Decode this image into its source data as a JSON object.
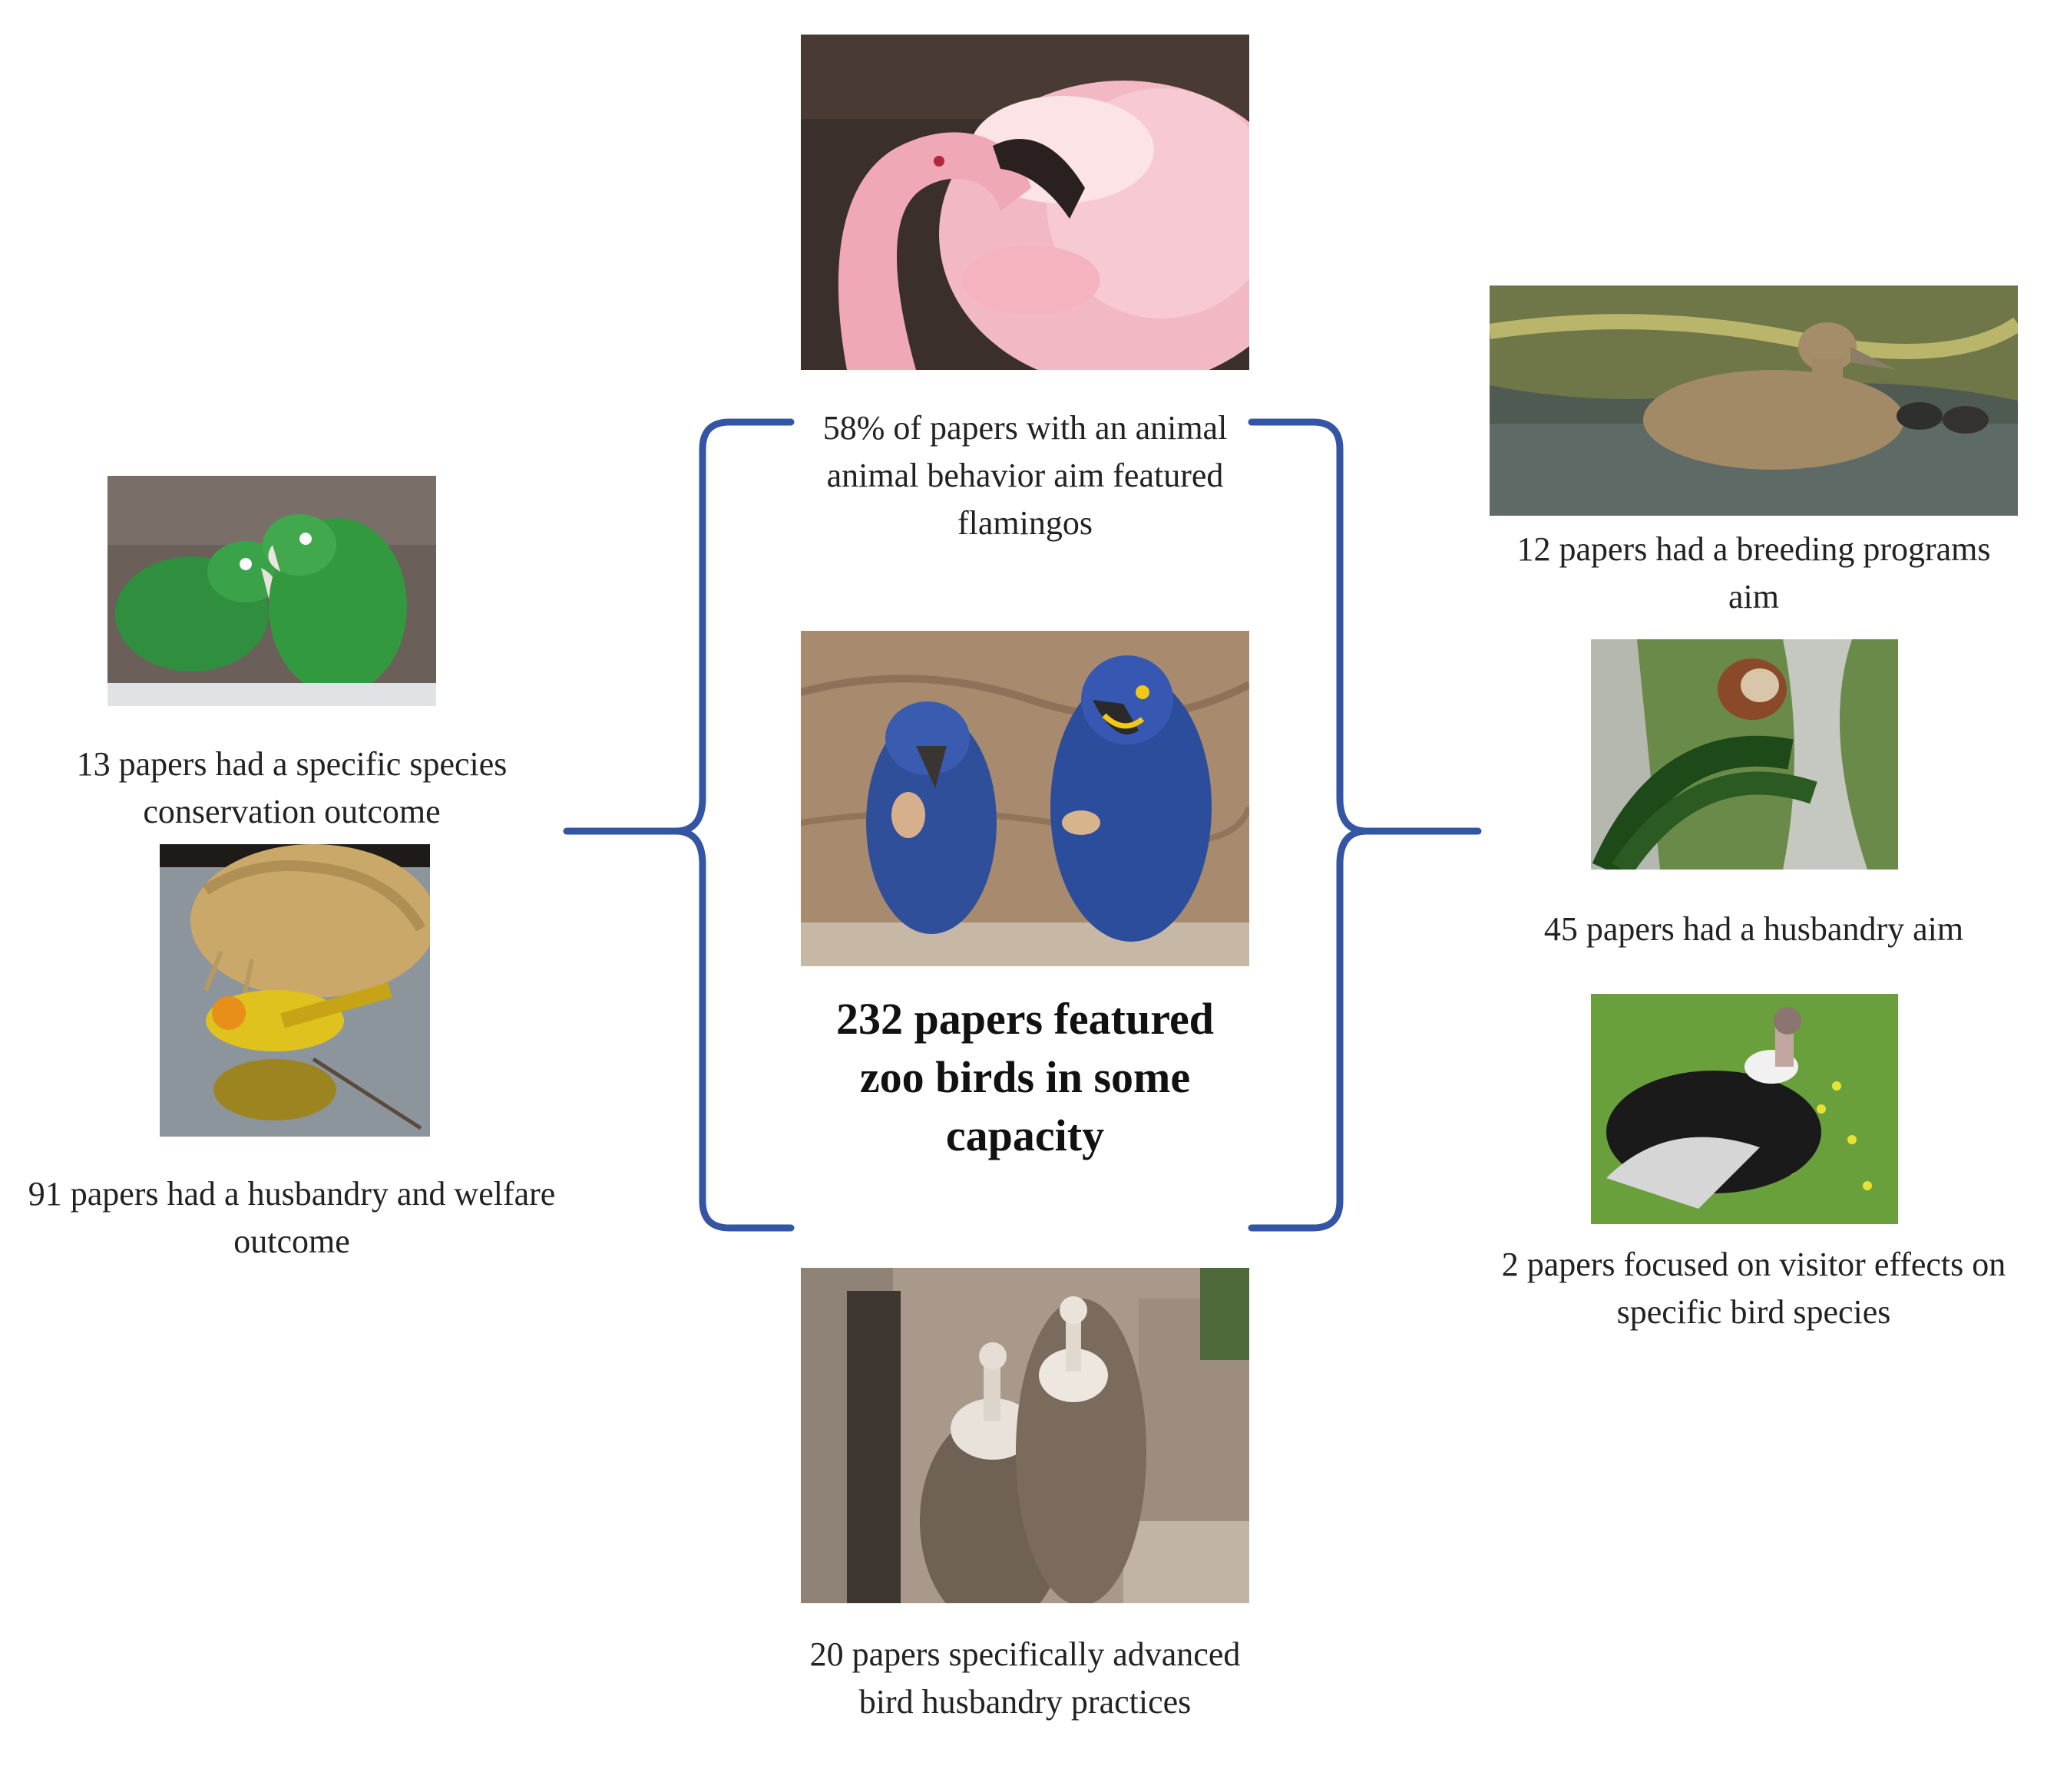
{
  "center": {
    "headline": "232 papers featured zoo birds in some capacity",
    "image_icon": "hyacinth-macaw-pair-photo"
  },
  "top": {
    "caption": "58% of papers with an animal animal behavior aim featured flamingos",
    "image_icon": "flamingo-preening-photo"
  },
  "bottom": {
    "caption": "20 papers specifically advanced bird husbandry practices",
    "image_icon": "griffon-vultures-photo"
  },
  "left": [
    {
      "caption": "13 papers had a specific species conservation outcome",
      "image_icon": "green-parrots-photo"
    },
    {
      "caption": "91 papers had a husbandry and welfare outcome",
      "image_icon": "weaver-bird-nest-photo"
    }
  ],
  "right": [
    {
      "caption": "12 papers had a breeding programs aim",
      "image_icon": "duck-with-ducklings-photo"
    },
    {
      "caption": "45 papers had a husbandry aim",
      "image_icon": "bird-nest-material-photo"
    },
    {
      "caption": "2 papers focused on visitor effects on specific bird species",
      "image_icon": "andean-condor-photo"
    }
  ],
  "colors": {
    "bracket": "#3355a4",
    "caption_text": "#222222"
  }
}
